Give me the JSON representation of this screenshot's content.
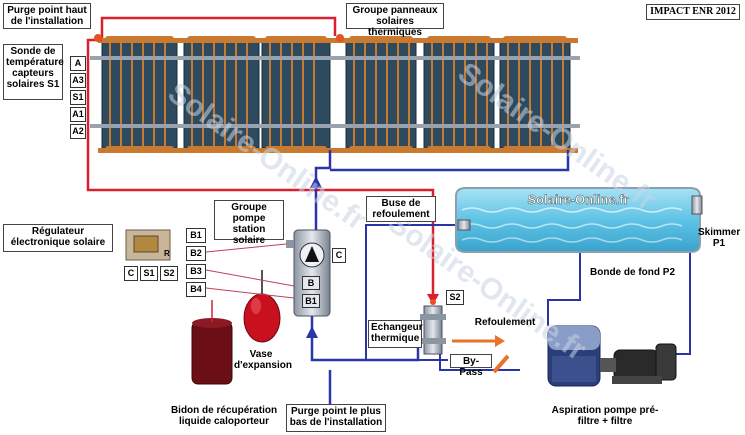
{
  "header": {
    "year_tag": "IMPACT ENR 2012"
  },
  "labels": {
    "purge_top": "Purge point haut de l'installation",
    "panels_group": "Groupe panneaux solaires thermiques",
    "sensor": "Sonde de température capteurs solaires S1",
    "regulator": "Régulateur électronique solaire",
    "pump_group": "Groupe pompe station solaire",
    "nozzle": "Buse de refoulement",
    "skimmer": "Skimmer P1",
    "drain": "Bonde de fond P2",
    "exchanger": "Echangeur thermique",
    "discharge": "Refoulement",
    "bypass": "By-Pass",
    "expansion": "Vase d'expansion",
    "bidon": "Bidon de récupération liquide caloporteur",
    "purge_low": "Purge point le plus bas de l'installation",
    "pump_intake": "Aspiration pompe pré-filtre + filtre",
    "pool_brand": "Solaire-Online.fr"
  },
  "sensor_codes": [
    "A",
    "A3",
    "S1",
    "A1",
    "A2"
  ],
  "regulator_codes": [
    "C",
    "S1",
    "S2"
  ],
  "regulator_tag": "R",
  "b_codes": [
    "B1",
    "B2",
    "B3",
    "B4"
  ],
  "station_codes": {
    "c": "C",
    "b": "B",
    "b1": "B1"
  },
  "s2_code": "S2",
  "watermark": "Solaire-Online.fr",
  "colors": {
    "hot": "#d8202e",
    "cold": "#2a36a8",
    "copper": "#c97a2e",
    "panel": "#2e4a5e",
    "water": "#5ec3e6",
    "bidon": "#6b0e16",
    "vase": "#c8101e"
  }
}
